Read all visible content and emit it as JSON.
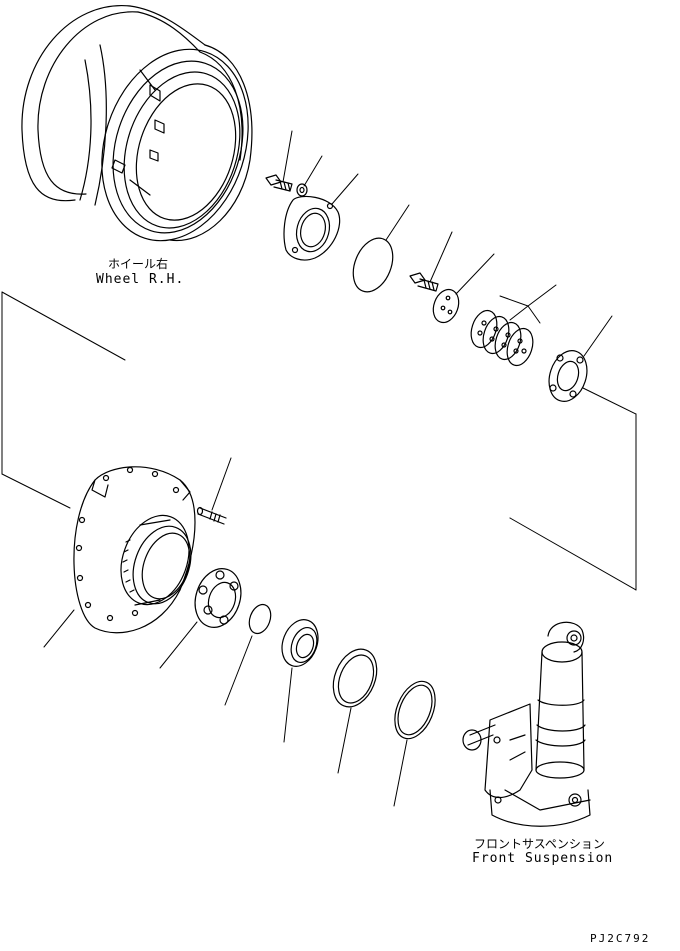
{
  "labels": {
    "wheel_jp": "ホイール右",
    "wheel_en": "Wheel R.H.",
    "suspension_jp": "フロントサスペンション",
    "suspension_en": "Front Suspension",
    "drawing_code": "PJ2C792"
  },
  "colors": {
    "ink": "#000000",
    "paper": "#ffffff"
  }
}
